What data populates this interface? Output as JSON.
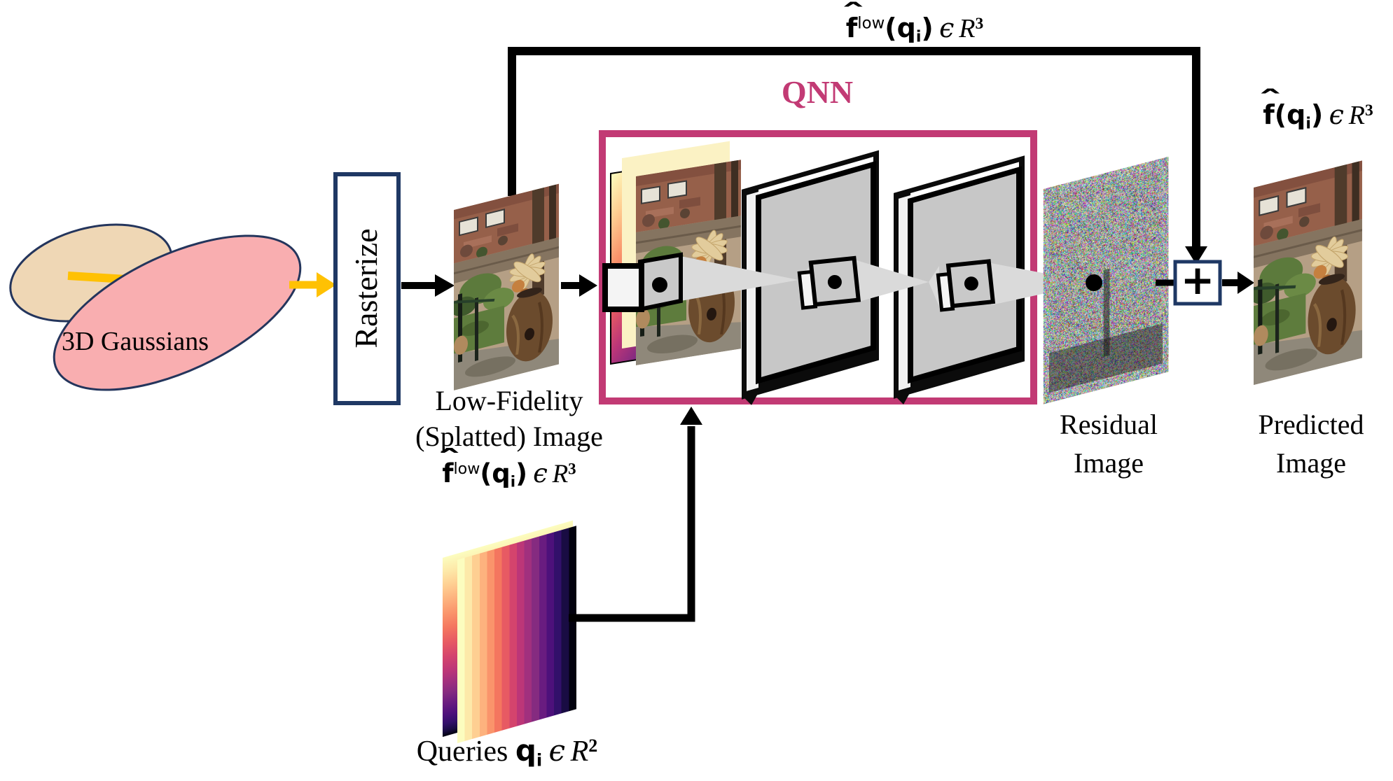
{
  "labels": {
    "gaussians": "3D Gaussians",
    "rasterize": "Rasterize",
    "qnn": "QNN",
    "low_fidelity_line1": "Low-Fidelity",
    "low_fidelity_line2": "(Splatted) Image",
    "residual_line1": "Residual",
    "residual_line2": "Image",
    "predicted_line1": "Predicted",
    "predicted_line2": "Image",
    "plus": "+"
  },
  "formulas": {
    "hat": "ˆ",
    "skip": {
      "f": "f",
      "sup": "low",
      "open": "(",
      "q": "q",
      "sub": "i",
      "close": ")",
      "epsilon": "ϵ",
      "set": "R",
      "exp": "3"
    },
    "low_fidelity": {
      "f": "f",
      "sup": "low",
      "open": "(",
      "q": "q",
      "sub": "i",
      "close": ")",
      "epsilon": "ϵ",
      "set": "R",
      "exp": "3"
    },
    "predicted": {
      "f": "f",
      "open": "(",
      "q": "q",
      "sub": "i",
      "close": ")",
      "epsilon": "ϵ",
      "set": "R",
      "exp": "3"
    },
    "queries": {
      "word": "Queries",
      "q": "q",
      "sub": "i",
      "epsilon": "ϵ",
      "set": "R",
      "exp": "2"
    }
  },
  "colors": {
    "qnn_border": "#C23A74",
    "navy_border": "#1F3864",
    "gold": "#FFC103",
    "tan_gaussian": "#EFD7B5",
    "pink_gaussian": "#F9AEB0",
    "panel_gray": "#C7C7C7",
    "ray_gray": "#DADADA",
    "cream_sheet": "#FBF2C4"
  }
}
